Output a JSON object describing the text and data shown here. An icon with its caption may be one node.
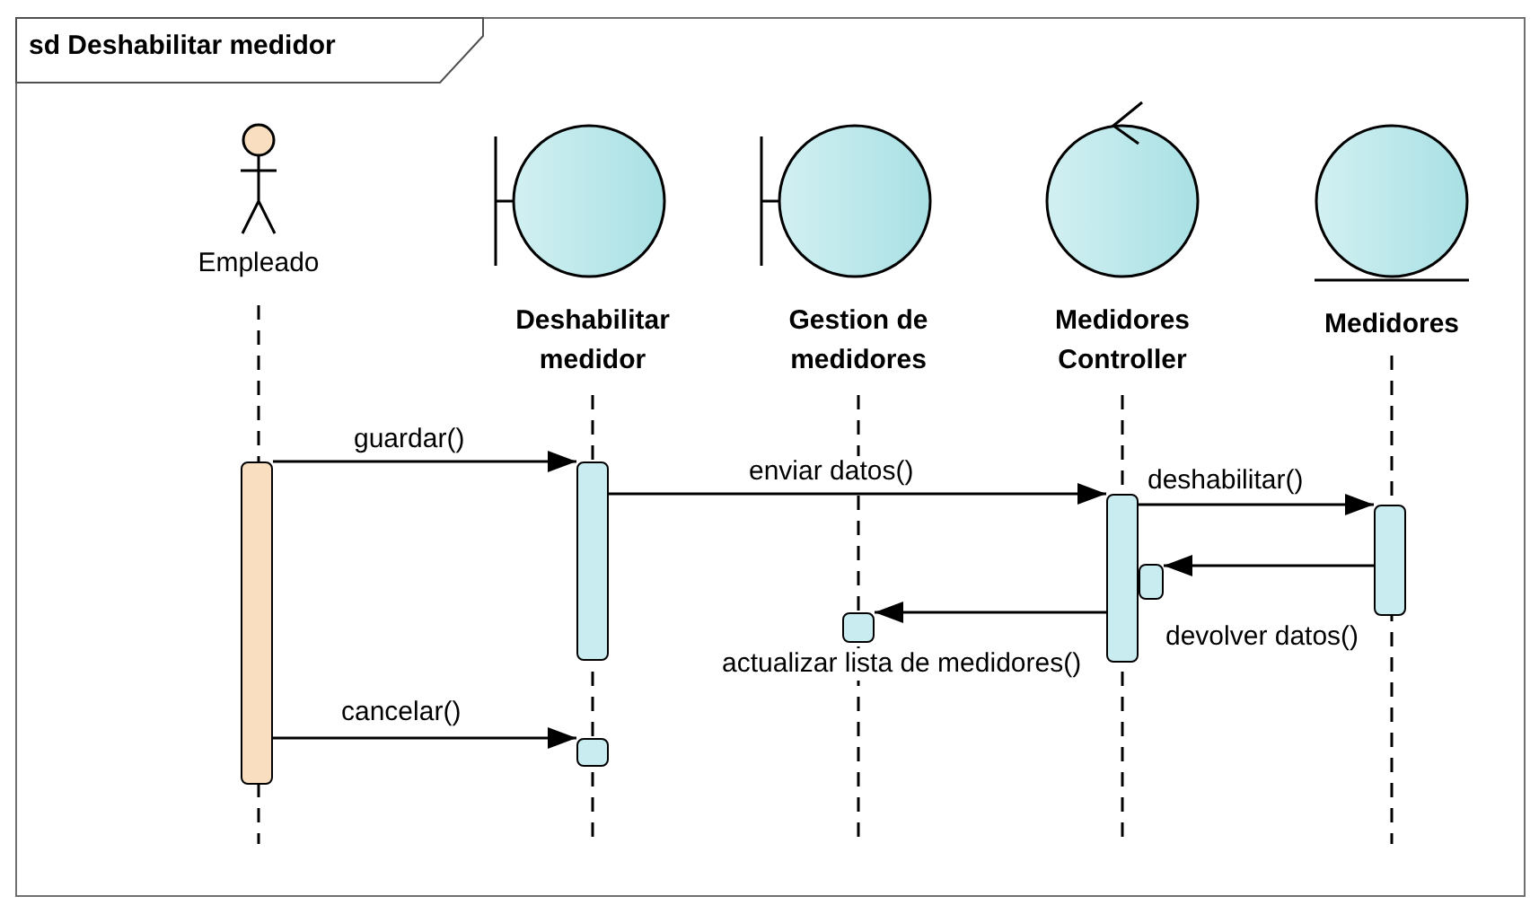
{
  "diagram": {
    "title": "sd Deshabilitar medidor",
    "nodes": [
      {
        "text": [
          "Empleado"
        ]
      },
      {
        "text": [
          "Deshabilitar medidor"
        ]
      },
      {
        "text": [
          "Gestion de medidores"
        ]
      },
      {
        "text": [
          "Medidores Controller"
        ]
      },
      {
        "text": [
          "Medidores"
        ]
      },
      {
        "text": [],
        "shape": "bar"
      },
      {
        "text": [],
        "shape": "bar"
      },
      {
        "text": [],
        "shape": "bar"
      },
      {
        "text": [],
        "shape": "bar"
      },
      {
        "text": [],
        "shape": "bar"
      },
      {
        "text": [],
        "shape": "bar"
      },
      {
        "text": [],
        "shape": "bar"
      }
    ],
    "edges": [
      {
        "from": 0,
        "to": null,
        "arrow": "none",
        "style": "dashed"
      },
      {
        "from": 1,
        "to": null,
        "arrow": "none",
        "style": "dashed"
      },
      {
        "from": 2,
        "to": null,
        "arrow": "none",
        "style": "dashed"
      },
      {
        "from": 3,
        "to": null,
        "arrow": "none",
        "style": "dashed"
      },
      {
        "from": 4,
        "to": null,
        "arrow": "none",
        "style": "dashed"
      },
      {
        "from": 5,
        "to": 6,
        "arrow": "to",
        "label": "guardar()"
      },
      {
        "from": 6,
        "to": 9,
        "arrow": "to",
        "label": "enviar datos()"
      },
      {
        "from": 9,
        "to": 11,
        "arrow": "to",
        "label": "deshabilitar()"
      },
      {
        "from": 11,
        "to": 10,
        "arrow": "to",
        "label": "devolver datos()"
      },
      {
        "from": 9,
        "to": 8,
        "arrow": "to",
        "label": "actualizar lista de medidores()"
      },
      {
        "from": 5,
        "to": 7,
        "arrow": "to",
        "label": "cancelar()"
      }
    ]
  }
}
